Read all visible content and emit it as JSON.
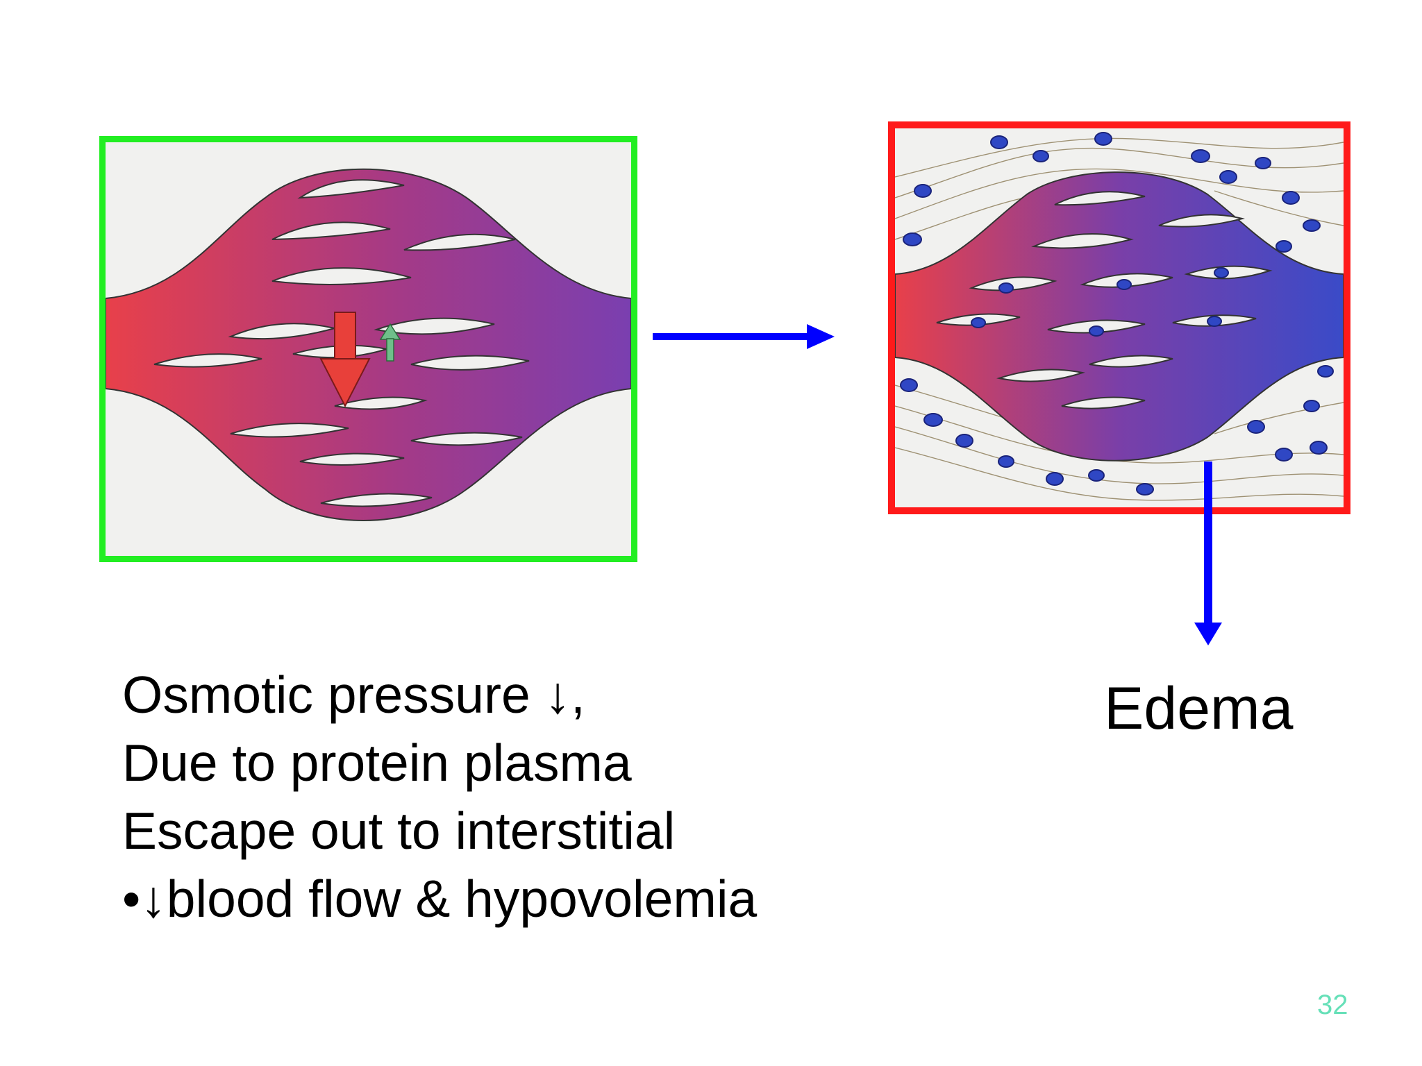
{
  "caption": {
    "lines": [
      "Osmotic pressure ↓,",
      "Due to protein plasma",
      "Escape out to interstitial",
      "•↓blood flow & hypovolemia"
    ]
  },
  "edema_label": "Edema",
  "slide_number": "32",
  "colors": {
    "left_frame": "#22ee22",
    "right_frame": "#ff1a1a",
    "flow_arrow": "#0000ff",
    "arterial": "#e8404a",
    "venous_left": "#7a3fb0",
    "venous_right": "#3a4bc8",
    "slide_number": "#66e0b8",
    "cell_nucleus": "#2f47c4"
  },
  "icons": {
    "big_down_arrow": "red-down-arrow-icon",
    "small_up_arrow": "green-up-arrow-icon"
  }
}
